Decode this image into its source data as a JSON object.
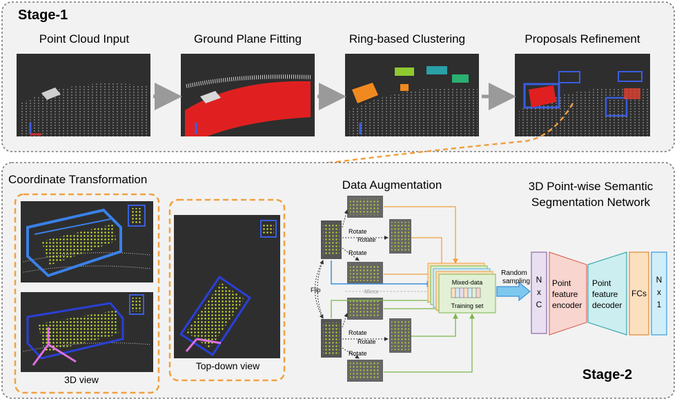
{
  "stage1": {
    "title": "Stage-1",
    "steps": [
      "Point Cloud Input",
      "Ground Plane Fitting",
      "Ring-based Clustering",
      "Proposals Refinement"
    ]
  },
  "stage2": {
    "title": "Stage-2",
    "coord_title": "Coordinate Transformation",
    "view_3d": "3D view",
    "view_top": "Top-down view",
    "aug_title": "Data Augmentation",
    "net_title_line1": "3D Point-wise Semantic",
    "net_title_line2": "Segmentation Network",
    "rotate": "Rotate",
    "flip": "Flip",
    "mirror": "Mirror",
    "mixed_data": "Mixed-data",
    "training_set": "Training set",
    "random_line1": "Random",
    "random_line2": "sampling",
    "nxc": [
      "N",
      "x",
      "C"
    ],
    "encoder": [
      "Point",
      "feature",
      "encoder"
    ],
    "decoder": [
      "Point",
      "feature",
      "decoder"
    ],
    "fcs": "FCs",
    "nx1": [
      "N",
      "x",
      "1"
    ]
  },
  "colors": {
    "panel_bg": "#f2f2f2",
    "dark_img": "#2e2e2e",
    "orange": "#f0a040",
    "blue_arrow": "#5ab0e0",
    "green_box": "#e2f0d5",
    "purple_block": "#e8dff0",
    "salmon_block": "#f8d5cf",
    "teal_block": "#cdeef0",
    "orange_block": "#fbe0c0",
    "cyan_block": "#cfeefa"
  }
}
